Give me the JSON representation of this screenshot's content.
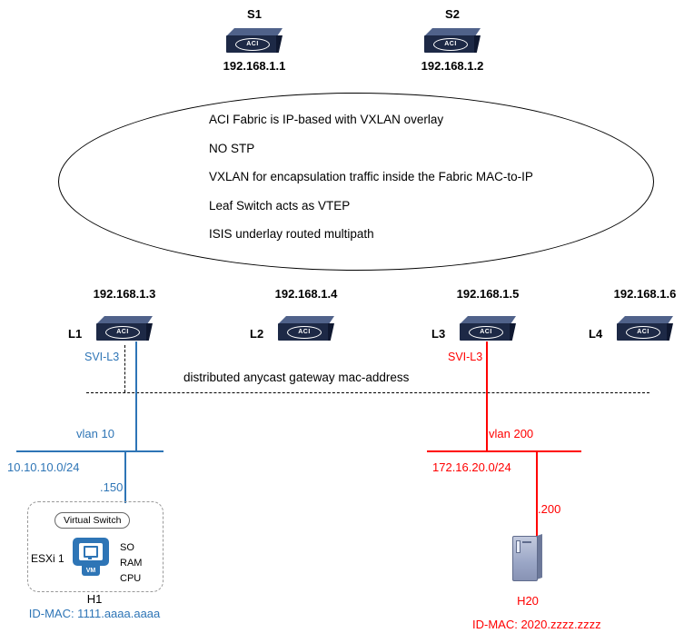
{
  "colors": {
    "blue": "#2e75b6",
    "red": "#ff0000",
    "switch_dark": "#1d2946"
  },
  "icons": {
    "aci_label": "ACI"
  },
  "spines": [
    {
      "label": "S1",
      "ip": "192.168.1.1"
    },
    {
      "label": "S2",
      "ip": "192.168.1.2"
    }
  ],
  "fabric_notes": [
    "ACI Fabric is IP-based with VXLAN overlay",
    "NO STP",
    "VXLAN for encapsulation traffic inside the Fabric MAC-to-IP",
    "Leaf Switch acts as VTEP",
    "ISIS underlay routed multipath"
  ],
  "leaves": [
    {
      "label": "L1",
      "ip": "192.168.1.3",
      "svi": "SVI-L3"
    },
    {
      "label": "L2",
      "ip": "192.168.1.4"
    },
    {
      "label": "L3",
      "ip": "192.168.1.5",
      "svi": "SVI-L3"
    },
    {
      "label": "L4",
      "ip": "192.168.1.6"
    }
  ],
  "anycast_label": "distributed anycast gateway mac-address",
  "left_segment": {
    "vlan": "vlan 10",
    "subnet": "10.10.10.0/24",
    "host_ip": ".150",
    "virtual_switch": "Virtual Switch",
    "esxi": "ESXi 1",
    "vm_label": "VM",
    "resources": [
      "SO",
      "RAM",
      "CPU"
    ],
    "host": "H1",
    "mac": "ID-MAC: 1111.aaaa.aaaa"
  },
  "right_segment": {
    "vlan": "vlan 200",
    "subnet": "172.16.20.0/24",
    "host_ip": ".200",
    "host": "H20",
    "mac": "ID-MAC: 2020.zzzz.zzzz"
  }
}
